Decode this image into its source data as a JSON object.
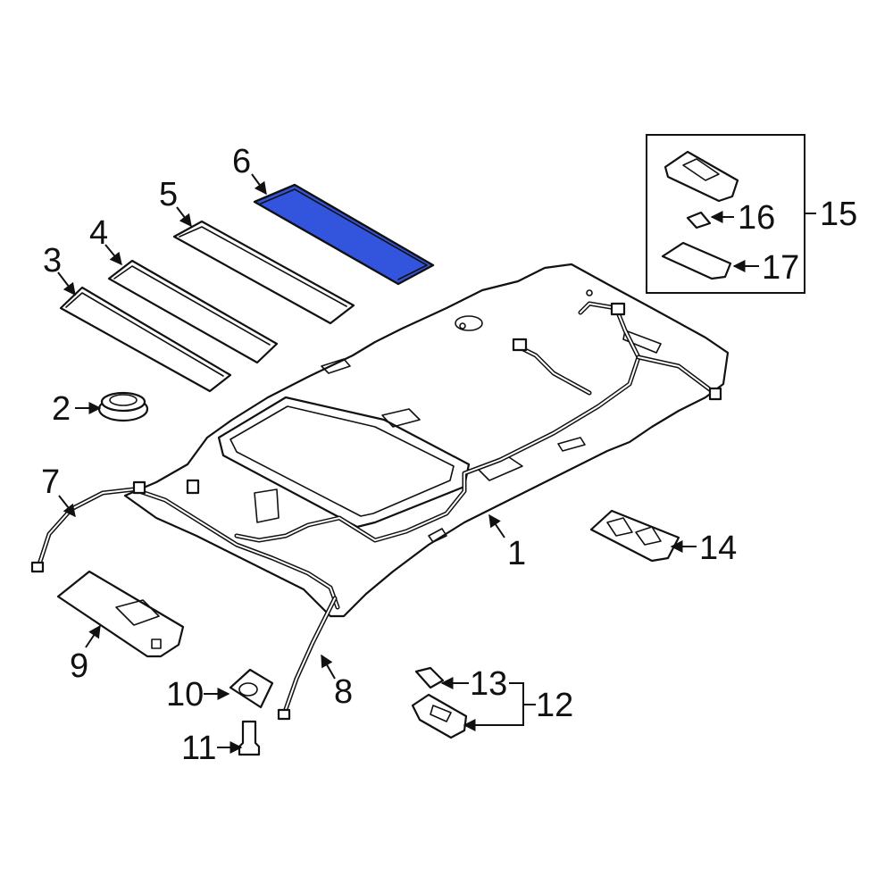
{
  "diagram": {
    "highlight_color": "#3355dd",
    "callouts": [
      {
        "label": "1"
      },
      {
        "label": "2"
      },
      {
        "label": "3"
      },
      {
        "label": "4"
      },
      {
        "label": "5"
      },
      {
        "label": "6"
      },
      {
        "label": "7"
      },
      {
        "label": "8"
      },
      {
        "label": "9"
      },
      {
        "label": "10"
      },
      {
        "label": "11"
      },
      {
        "label": "12"
      },
      {
        "label": "13"
      },
      {
        "label": "14"
      },
      {
        "label": "15"
      },
      {
        "label": "16"
      },
      {
        "label": "17"
      }
    ]
  }
}
